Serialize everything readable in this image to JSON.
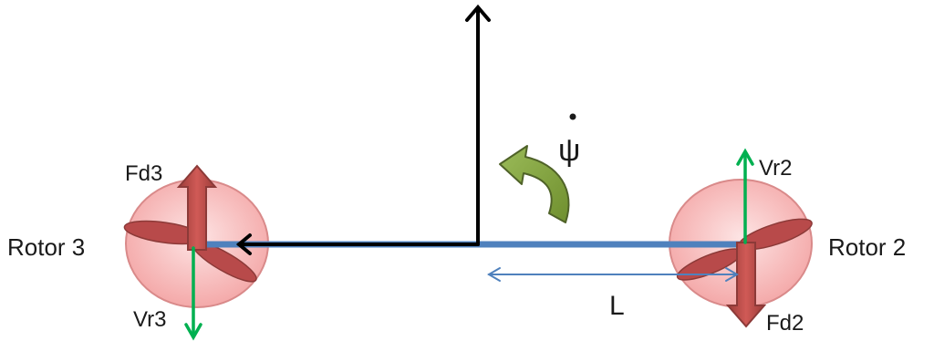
{
  "labels": {
    "rotor_left": "Rotor 3",
    "rotor_right": "Rotor 2",
    "drag_left": "Fd3",
    "drag_right": "Fd2",
    "vel_left": "Vr3",
    "vel_right": "Vr2",
    "length": "L",
    "yaw_rate": "ψ"
  },
  "colors": {
    "rotor_fill": "#f6b3b3",
    "rotor_stroke": "#d98a8a",
    "blade": "#b84a4a",
    "force_arrow": "#c0504d",
    "force_arrow_dark": "#8c3a38",
    "velocity_arrow": "#00b050",
    "arm": "#4f81bd",
    "axis": "#000000",
    "yaw_arrow": "#77933c",
    "yaw_arrow_dark": "#4f6228"
  }
}
